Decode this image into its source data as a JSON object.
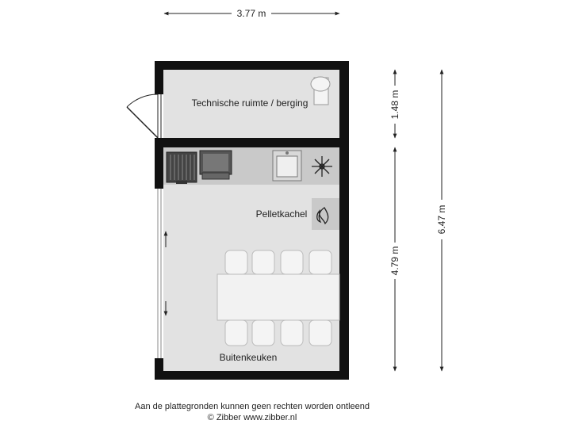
{
  "dimensions": {
    "width_total": "3.77 m",
    "height_technical": "1.48 m",
    "height_kitchen": "4.79 m",
    "height_total": "6.47 m"
  },
  "rooms": {
    "technical": "Technische ruimte / berging",
    "stove": "Pelletkachel",
    "kitchen": "Buitenkeuken"
  },
  "footer": {
    "disclaimer": "Aan de plattegronden kunnen geen rechten worden ontleend",
    "copyright": "© Zibber www.zibber.nl"
  },
  "colors": {
    "wall": "#111111",
    "floor": "#e2e2e2",
    "counter": "#c9c9c9",
    "furniture": "#f2f2f2"
  },
  "icons": [
    "toilet-icon",
    "grill-icon",
    "cooktop-icon",
    "sink-icon",
    "fan-icon",
    "flame-icon",
    "door-swing-icon",
    "sliding-arrow-icon"
  ]
}
